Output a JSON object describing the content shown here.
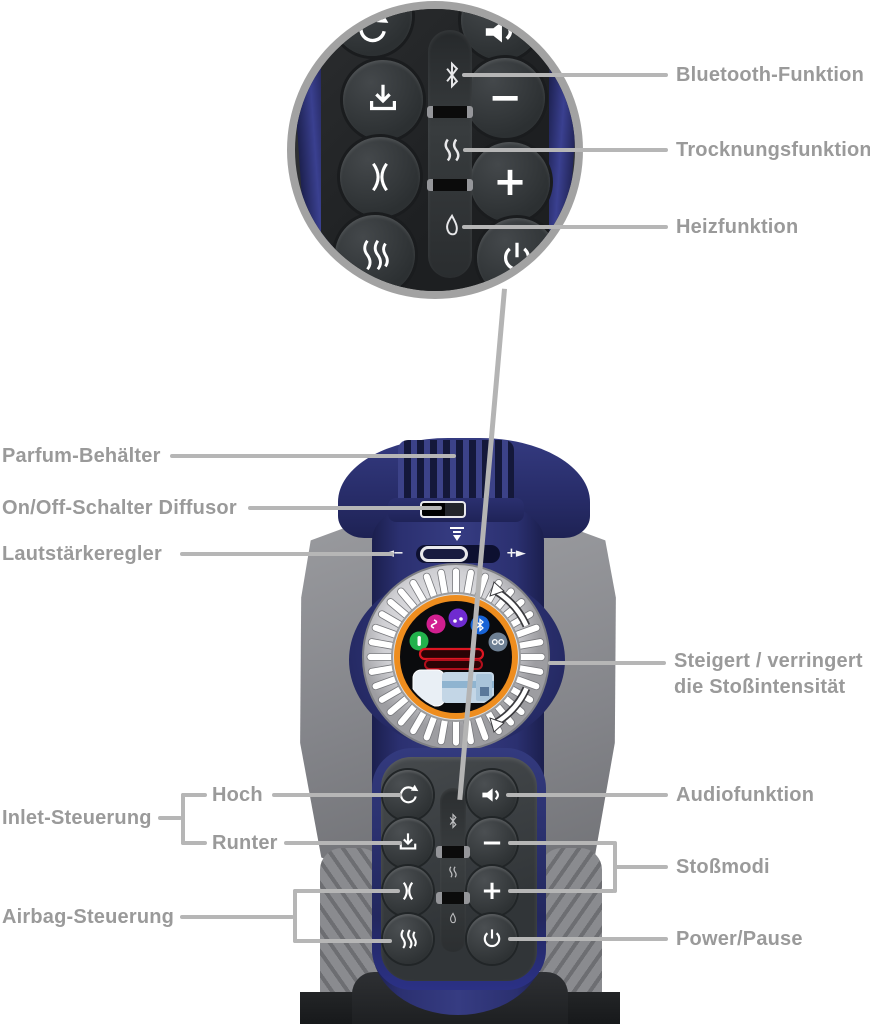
{
  "callouts": {
    "bluetooth": "Bluetooth-Funktion",
    "drying": "Trocknungsfunktion",
    "heating": "Heizfunktion",
    "perfume": "Parfum-Behälter",
    "diffuser_switch": "On/Off-Schalter Diffusor",
    "volume": "Lautstärkeregler",
    "intensity_line1": "Steigert / verringert",
    "intensity_line2": "die Stoßintensität",
    "up": "Hoch",
    "down": "Runter",
    "inlet": "Inlet-Steuerung",
    "airbag": "Airbag-Steuerung",
    "audio": "Audiofunktion",
    "shock_modes": "Stoßmodi",
    "power": "Power/Pause"
  },
  "glyphs": {
    "minus": "−",
    "plus": "+",
    "volume_down": "◄−",
    "volume_up": "+►"
  },
  "icons": [
    "rotate-icon",
    "audio-icon",
    "download-icon",
    "squeeze-icon",
    "pulse-icon",
    "bluetooth-icon",
    "dry-icon",
    "heat-icon",
    "power-icon",
    "funnel-icon",
    "volume-down-icon",
    "volume-up-icon",
    "dial-arrow-up-icon",
    "dial-arrow-down-icon"
  ],
  "colors": {
    "body_navy": "#2b3070",
    "bezel_blue": "#333a8e",
    "wing_gray": "#8e8f93",
    "panel_gray": "#3a3e41",
    "accent_orange": "#ee8d1e",
    "label_gray": "#9a9a9a",
    "line_gray": "#b6b6b6",
    "intensity_red": "#dd1622",
    "display_icon_colors": [
      "#22b14c",
      "#d11f8f",
      "#6f2bd0",
      "#1763d6",
      "#6e8094"
    ]
  }
}
